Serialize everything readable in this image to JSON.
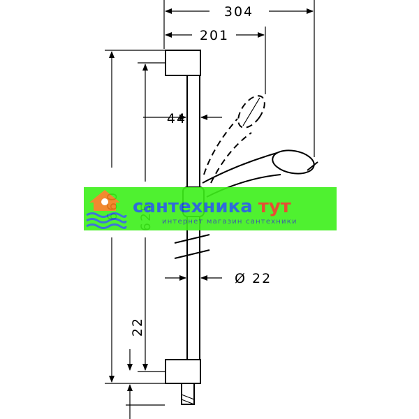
{
  "dimensions": {
    "overall_width": "304",
    "arm_width": "201",
    "offset": "44",
    "diameter": "Ø 22",
    "overall_height": "660",
    "bar_height": "625",
    "bottom_offset": "22"
  },
  "watermark": {
    "title_part1": "сантехника",
    "title_part2": "тут",
    "subtitle": "интернет магазин сантехники",
    "background_color": "#3df01a",
    "logo_icon": "house-waves-icon"
  }
}
